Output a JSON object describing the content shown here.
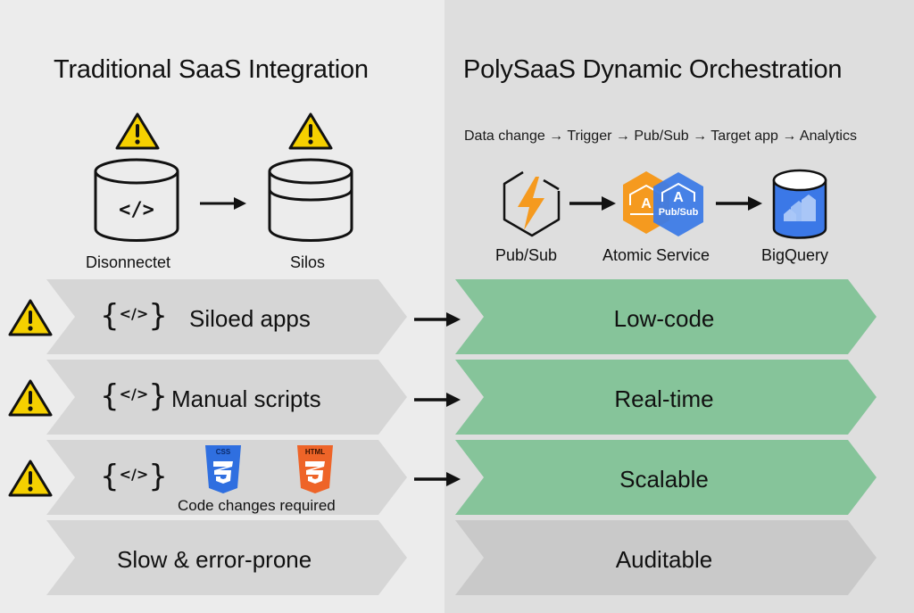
{
  "left": {
    "title": "Traditional SaaS Integration",
    "db1_label": "Disonnectet",
    "db2_label": "Silos",
    "db1_icon_text": "</>",
    "rows": [
      {
        "label": "Siloed apps",
        "has_warning": true,
        "code_icon": "</>"
      },
      {
        "label": "Manual scripts",
        "has_warning": true,
        "code_icon": "</>"
      },
      {
        "label": "Code changes required",
        "has_warning": true,
        "code_icon": "</>",
        "badges": [
          "CSS",
          "HTML"
        ]
      },
      {
        "label": "Slow & error-prone",
        "has_warning": false
      }
    ]
  },
  "right": {
    "title": "PolySaaS Dynamic Orchestration",
    "flow_text": "Data change → Trigger → Pub/Sub → Target app → Analytics",
    "nodes": [
      {
        "label": "Pub/Sub",
        "icon": "lightning-hexagon-icon"
      },
      {
        "label": "Atomic Service",
        "icon": "atomic-service-hexagons-icon",
        "badge1": "A",
        "badge2": "A",
        "badge2_sub": "Pub/Sub"
      },
      {
        "label": "BigQuery",
        "icon": "bigquery-database-icon"
      }
    ],
    "rows": [
      {
        "label": "Low-code",
        "highlighted": true
      },
      {
        "label": "Real-time",
        "highlighted": true
      },
      {
        "label": "Scalable",
        "highlighted": true
      },
      {
        "label": "Auditable",
        "highlighted": false
      }
    ]
  },
  "colors": {
    "left_bg": "#ececec",
    "right_bg": "#dedede",
    "gray_chevron": "#d6d6d6",
    "green_chevron": "#86c49a",
    "auditable_chevron": "#c9c9c9",
    "warning_yellow": "#f5d000",
    "css_blue": "#2f6fe0",
    "html_orange": "#ee6428",
    "pubsub_orange": "#f59a1f",
    "service_blue": "#3d7be6",
    "bigquery_blue": "#3b78e7"
  }
}
